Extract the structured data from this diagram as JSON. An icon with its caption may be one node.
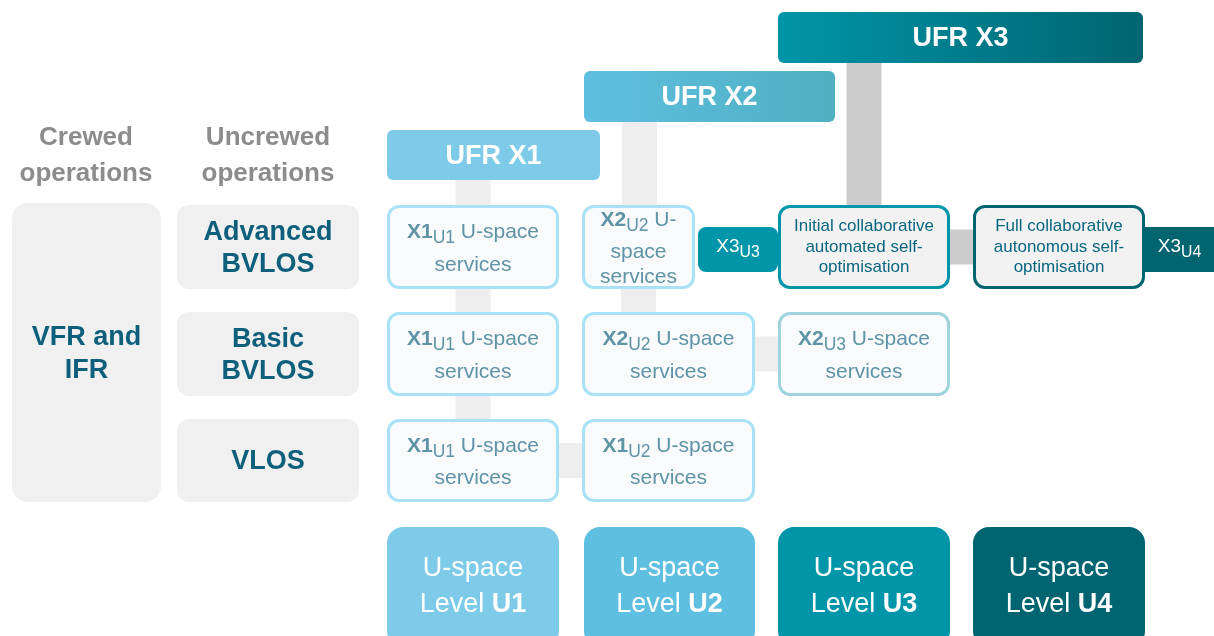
{
  "diagram": {
    "nodes": [
      {
        "text": [
          "UFR X3"
        ]
      },
      {
        "text": [
          "UFR X2"
        ]
      },
      {
        "text": [
          "UFR X1"
        ]
      },
      {
        "text": [
          "VFR and IFR"
        ]
      },
      {
        "text": [
          "Advanced BVLOS"
        ]
      },
      {
        "text": [
          "**X1**$_{U1}$ U-space services"
        ]
      },
      {
        "text": [
          "**X2**$_{U2}$ U-space services"
        ]
      },
      {
        "text": [
          "X3$_{U3}$"
        ]
      },
      {
        "text": [
          "Initial collaborative automated self-optimisation"
        ]
      },
      {
        "text": [
          "Full collaborative autonomous self-optimisation"
        ]
      },
      {
        "text": [
          "X3$_{U4}$"
        ]
      },
      {
        "text": [
          "Basic BVLOS"
        ]
      },
      {
        "text": [
          "**X1**$_{U1}$ U-space services"
        ]
      },
      {
        "text": [
          "**X2**$_{U2}$ U-space services"
        ]
      },
      {
        "text": [
          "**X2**$_{U3}$ U-space services"
        ]
      },
      {
        "text": [
          "VLOS"
        ]
      },
      {
        "text": [
          "**X1**$_{U1}$ U-space services"
        ]
      },
      {
        "text": [
          "**X1**$_{U2}$ U-space services"
        ]
      },
      {
        "text": [
          "U-space Level **U1**"
        ]
      },
      {
        "text": [
          "U-space Level **U2**"
        ]
      },
      {
        "text": [
          "U-space Level **U3**"
        ]
      },
      {
        "text": [
          "U-space Level **U4**"
        ]
      }
    ],
    "edges": [
      {
        "from": 2,
        "to": 5,
        "arrow": "none"
      },
      {
        "from": 5,
        "to": 12,
        "arrow": "none"
      },
      {
        "from": 12,
        "to": 16,
        "arrow": "none"
      },
      {
        "from": 16,
        "to": 17,
        "arrow": "none"
      },
      {
        "from": 1,
        "to": 6,
        "arrow": "none"
      },
      {
        "from": 6,
        "to": 13,
        "arrow": "none"
      },
      {
        "from": 13,
        "to": 14,
        "arrow": "none"
      },
      {
        "from": 0,
        "to": 8,
        "arrow": "none",
        "color": "#cccccc"
      },
      {
        "from": 8,
        "to": 9,
        "arrow": "none",
        "color": "#cccccc"
      }
    ],
    "labels": [
      "Crewed operations",
      "Uncrewed operations"
    ]
  }
}
